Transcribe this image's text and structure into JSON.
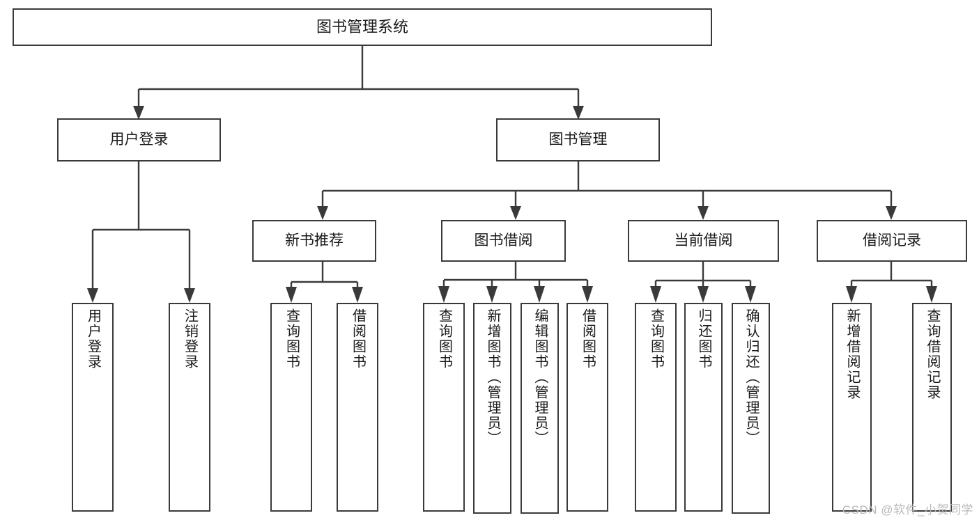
{
  "diagram": {
    "title": "图书管理系统",
    "type": "功能结构图",
    "watermark": "CSDN @软件_小贺同学",
    "colors": {
      "stroke": "#3a3a3a",
      "background": "#ffffff",
      "text": "#1a1a1a",
      "watermark": "#b9b9b9"
    },
    "nodes": {
      "root": "图书管理系统",
      "level2": [
        "用户登录",
        "图书管理"
      ],
      "level3": [
        "新书推荐",
        "图书借阅",
        "当前借阅",
        "借阅记录"
      ],
      "leaves": {
        "user_login": [
          "用户登录",
          "注销登录"
        ],
        "new_book_rec": [
          "查询图书",
          "借阅图书"
        ],
        "book_borrow": [
          "查询图书",
          "新增图书（管理员）",
          "编辑图书（管理员）",
          "借阅图书"
        ],
        "current_borrow": [
          "查询图书",
          "归还图书",
          "确认归还（管理员）"
        ],
        "borrow_record": [
          "新增借阅记录",
          "查询借阅记录"
        ]
      }
    }
  }
}
